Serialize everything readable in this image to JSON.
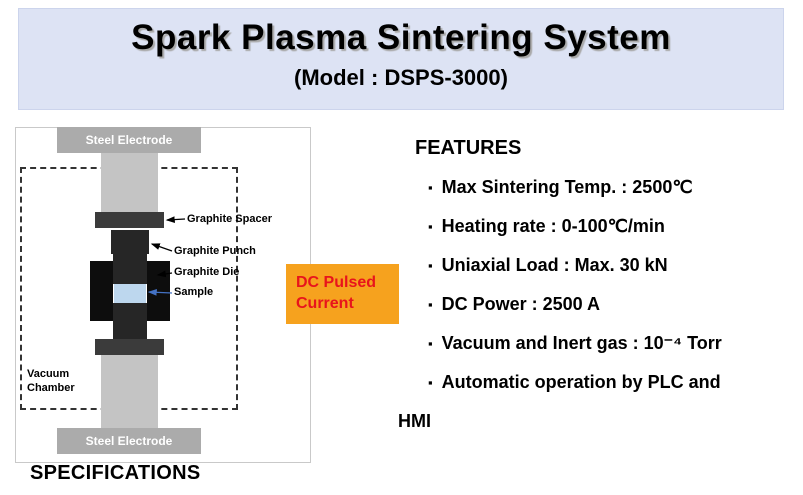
{
  "header": {
    "title": "Spark Plasma Sintering System",
    "subtitle": "(Model : DSPS-3000)"
  },
  "diagram": {
    "steel_electrode_top": "Steel Electrode",
    "steel_electrode_bottom": "Steel Electrode",
    "labels": {
      "spacer": "Graphite Spacer",
      "punch": "Graphite Punch",
      "die": "Graphite Die",
      "sample": "Sample",
      "chamber": "Vacuum Chamber"
    },
    "dc_box": {
      "text": "DC Pulsed Current",
      "bg": "#F6A21E",
      "color": "#E8141C"
    },
    "sample_color": "#BDD7EE"
  },
  "features": {
    "heading": "FEATURES",
    "bullet": "▪",
    "items": [
      "Max Sintering Temp. : 2500℃",
      "Heating rate : 0-100℃/min",
      "Uniaxial Load : Max. 30 kN",
      "DC Power : 2500 A",
      "Vacuum and Inert gas : 10⁻⁴ Torr",
      "Automatic operation by PLC and\nHMI"
    ]
  },
  "specifications": {
    "heading": "SPECIFICATIONS"
  }
}
